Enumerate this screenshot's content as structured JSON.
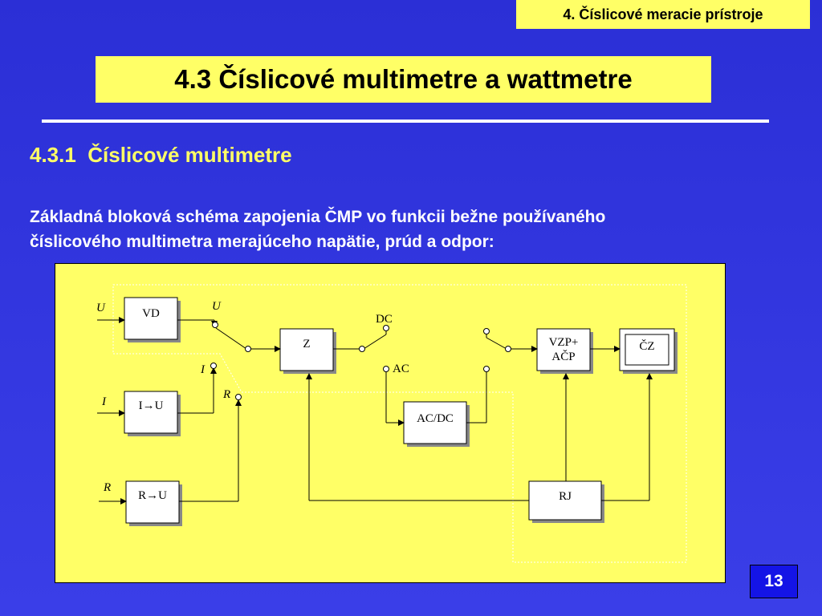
{
  "header": {
    "chapter": "4. Číslicové meracie prístroje"
  },
  "title": "4.3 Číslicové multimetre a wattmetre",
  "subtitle": "4.3.1  Číslicové multimetre",
  "intro_lines": [
    "Základná bloková schéma zapojenia ČMP vo funkcii bežne používaného",
    "číslicového multimetra merajúceho napätie, prúd a odpor:"
  ],
  "diagram": {
    "blocks": {
      "vd": "VD",
      "iu": "I→U",
      "ru": "R→U",
      "z": "Z",
      "acdc": "AC/DC",
      "vzp_line1": "VZP+",
      "vzp_line2": "AČP",
      "cz": "ČZ",
      "rj": "RJ"
    },
    "labels": {
      "u_in": "U",
      "u_out": "U",
      "i_in": "I",
      "i_sw": "I",
      "r_in": "R",
      "r_sw": "R",
      "dc": "DC",
      "ac": "AC"
    }
  },
  "page_number": "13",
  "colors": {
    "background": "#3a3ee8",
    "accent": "#ffff66",
    "page_badge": "#1414e6"
  }
}
